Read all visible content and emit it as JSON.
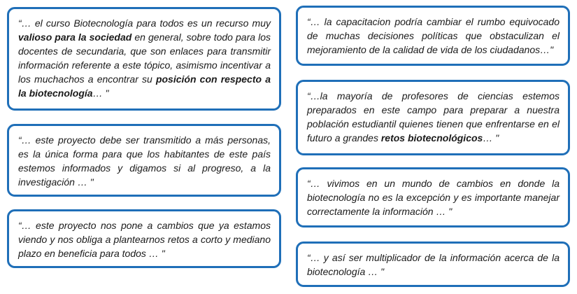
{
  "quotes": [
    {
      "id": "q1",
      "parts": [
        {
          "t": "“… el curso Biotecnología para todos es un recurso muy ",
          "b": false
        },
        {
          "t": "valioso para la sociedad",
          "b": true
        },
        {
          "t": " en general, sobre todo para los docentes de secundaria, que son enlaces para transmitir información referente a este tópico, asimismo incentivar a los muchachos a encontrar su ",
          "b": false
        },
        {
          "t": "posición con respecto a la biotecnología",
          "b": true
        },
        {
          "t": "… \"",
          "b": false
        }
      ]
    },
    {
      "id": "q2",
      "parts": [
        {
          "t": "“… este proyecto debe ser transmitido a más personas, es la única forma para que los habitantes de este país estemos informados y digamos si al progreso, a la investigación … \"",
          "b": false
        }
      ]
    },
    {
      "id": "q3",
      "parts": [
        {
          "t": "“… este proyecto nos pone a cambios que ya estamos viendo y nos obliga a plantearnos retos a corto y mediano plazo en beneficia para todos … \"",
          "b": false
        }
      ]
    },
    {
      "id": "q4",
      "parts": [
        {
          "t": "“… la capacitacion podría cambiar el rumbo equivocado de muchas decisiones políticas que obstaculizan el mejoramiento de la calidad de vida de los ciudadanos…\"",
          "b": false
        }
      ]
    },
    {
      "id": "q5",
      "parts": [
        {
          "t": "“…la mayoría de profesores de ciencias estemos preparados en este campo para preparar a nuestra población estudiantil quienes tienen que enfrentarse en el futuro a grandes ",
          "b": false
        },
        {
          "t": "retos biotecnológicos",
          "b": true
        },
        {
          "t": "… \"",
          "b": false
        }
      ]
    },
    {
      "id": "q6",
      "parts": [
        {
          "t": "“… vivimos en un mundo de cambios en donde la biotecnología no es la excepción y es importante manejar correctamente la información … \"",
          "b": false
        }
      ]
    },
    {
      "id": "q7",
      "parts": [
        {
          "t": "“… y así ser multiplicador de la información acerca de la biotecnología … \"",
          "b": false
        }
      ]
    }
  ]
}
